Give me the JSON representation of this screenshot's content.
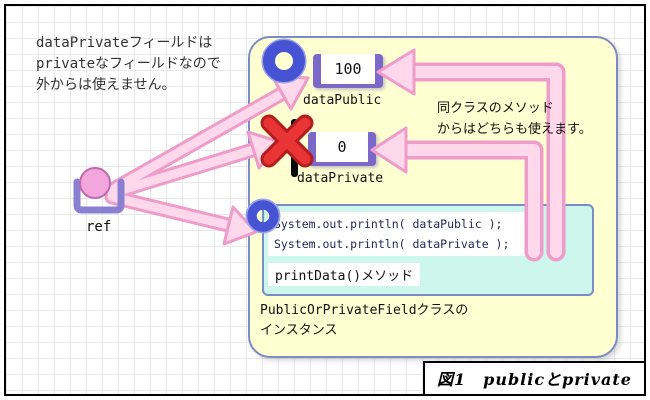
{
  "note_outside": {
    "line1": "dataPrivateフィールドは",
    "line2": "privateなフィールドなので",
    "line3": "外からは使えません。"
  },
  "note_inside": {
    "line1": "同クラスのメソッド",
    "line2": "からはどちらも使えます。"
  },
  "fields": {
    "data_public": {
      "value": "100",
      "label": "dataPublic"
    },
    "data_private": {
      "value": "0",
      "label": "dataPrivate"
    }
  },
  "method": {
    "code_line1": "System.out.println( dataPublic );",
    "code_line2": "System.out.println( dataPrivate );",
    "label": "printData()メソッド"
  },
  "instance": {
    "label_line1": "PublicOrPrivateFieldクラスの",
    "label_line2": "インスタンス"
  },
  "ref": {
    "label": "ref"
  },
  "caption": "図1　publicとprivate",
  "colors": {
    "instance_fill": "#ffffd2",
    "method_fill": "#cdf6ec",
    "bracket_purple": "#7b68c8",
    "box_border_blue": "#7a8cc4",
    "arrow_fill_pink": "#ffd8ec",
    "arrow_edge_pink": "#ee9cca",
    "donut_blue": "#4653d4",
    "cross_red": "#e83434",
    "ref_ball_pink": "#f2a6dc"
  }
}
